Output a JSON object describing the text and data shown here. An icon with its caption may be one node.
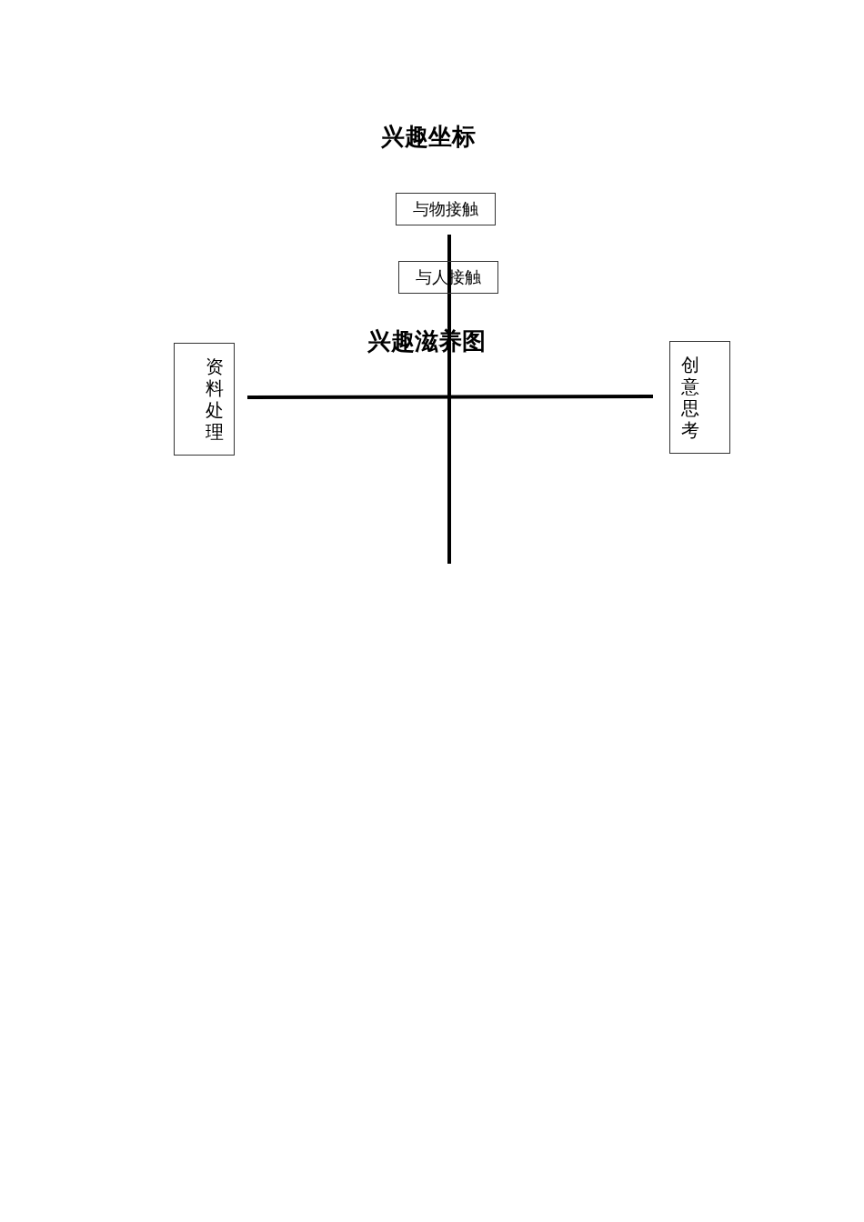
{
  "diagram": {
    "title": "兴趣坐标",
    "nodes": [
      {
        "text": [
          "与物接触"
        ]
      },
      {
        "text": [
          "与人接触"
        ]
      },
      {
        "text": [
          "资料处理"
        ]
      },
      {
        "text": [
          "创意思考"
        ]
      }
    ],
    "labels": [
      "兴趣滋养图"
    ]
  }
}
